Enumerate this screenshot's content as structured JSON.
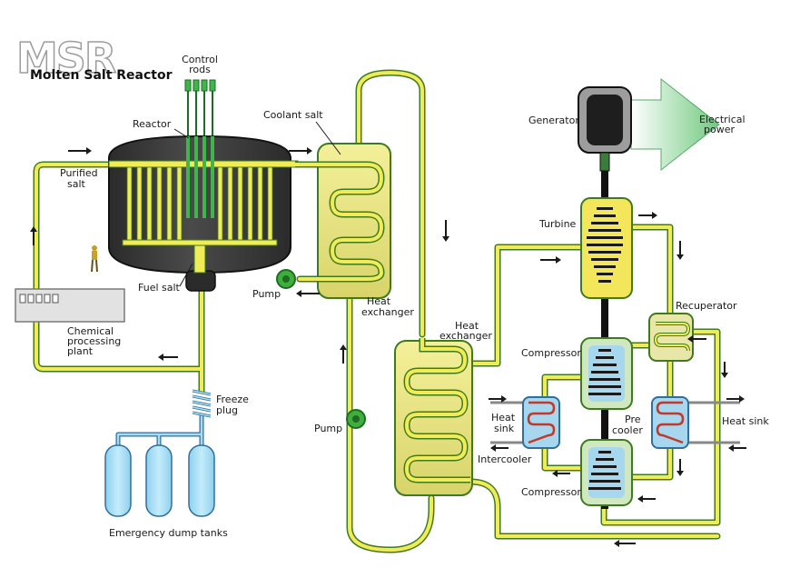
{
  "logo": {
    "acronym": "MSR",
    "subtitle": "Molten Salt Reactor"
  },
  "labels": {
    "control_rods_1": "Control",
    "control_rods_2": "rods",
    "reactor": "Reactor",
    "coolant_salt": "Coolant salt",
    "purified_salt_1": "Purified",
    "purified_salt_2": "salt",
    "fuel_salt": "Fuel salt",
    "pump_upper": "Pump",
    "heat_exchanger_1a": "Heat",
    "heat_exchanger_1b": "exchanger",
    "heat_exchanger_2a": "Heat",
    "heat_exchanger_2b": "exchanger",
    "chemical_1": "Chemical",
    "chemical_2": "processing",
    "chemical_3": "plant",
    "freeze_plug_1": "Freeze",
    "freeze_plug_2": "plug",
    "emergency_tanks": "Emergency dump tanks",
    "pump_lower": "Pump",
    "generator": "Generator",
    "electrical_1": "Electrical",
    "electrical_2": "power",
    "turbine": "Turbine",
    "recuperator": "Recuperator",
    "compressor_upper": "Compressor",
    "compressor_lower": "Compressor",
    "heat_sink_left_1": "Heat",
    "heat_sink_left_2": "sink",
    "intercooler": "Intercooler",
    "precooler_1": "Pre",
    "precooler_2": "cooler",
    "heat_sink_right": "Heat sink"
  },
  "colors": {
    "pipe_fill": "#f0ec58",
    "pipe_edge": "#3f7a1e",
    "reactor_body": "#3a3a3a",
    "heat_exchanger": "#e9e58a",
    "turbine_fill": "#f4e65a",
    "compressor_fill": "#a7d6ef",
    "recuperator_fill": "#e9e7a8",
    "tank_fill": "#a9dcf4",
    "generator_fill": "#1e1e1e",
    "power_arrow": "#7fcf8a",
    "control_rod": "#3fb54a",
    "shaft": "#111111"
  },
  "icons": [
    "control-rod-icon",
    "pump-icon",
    "freeze-plug-icon",
    "flow-arrow-icon",
    "worker-figure-icon"
  ]
}
